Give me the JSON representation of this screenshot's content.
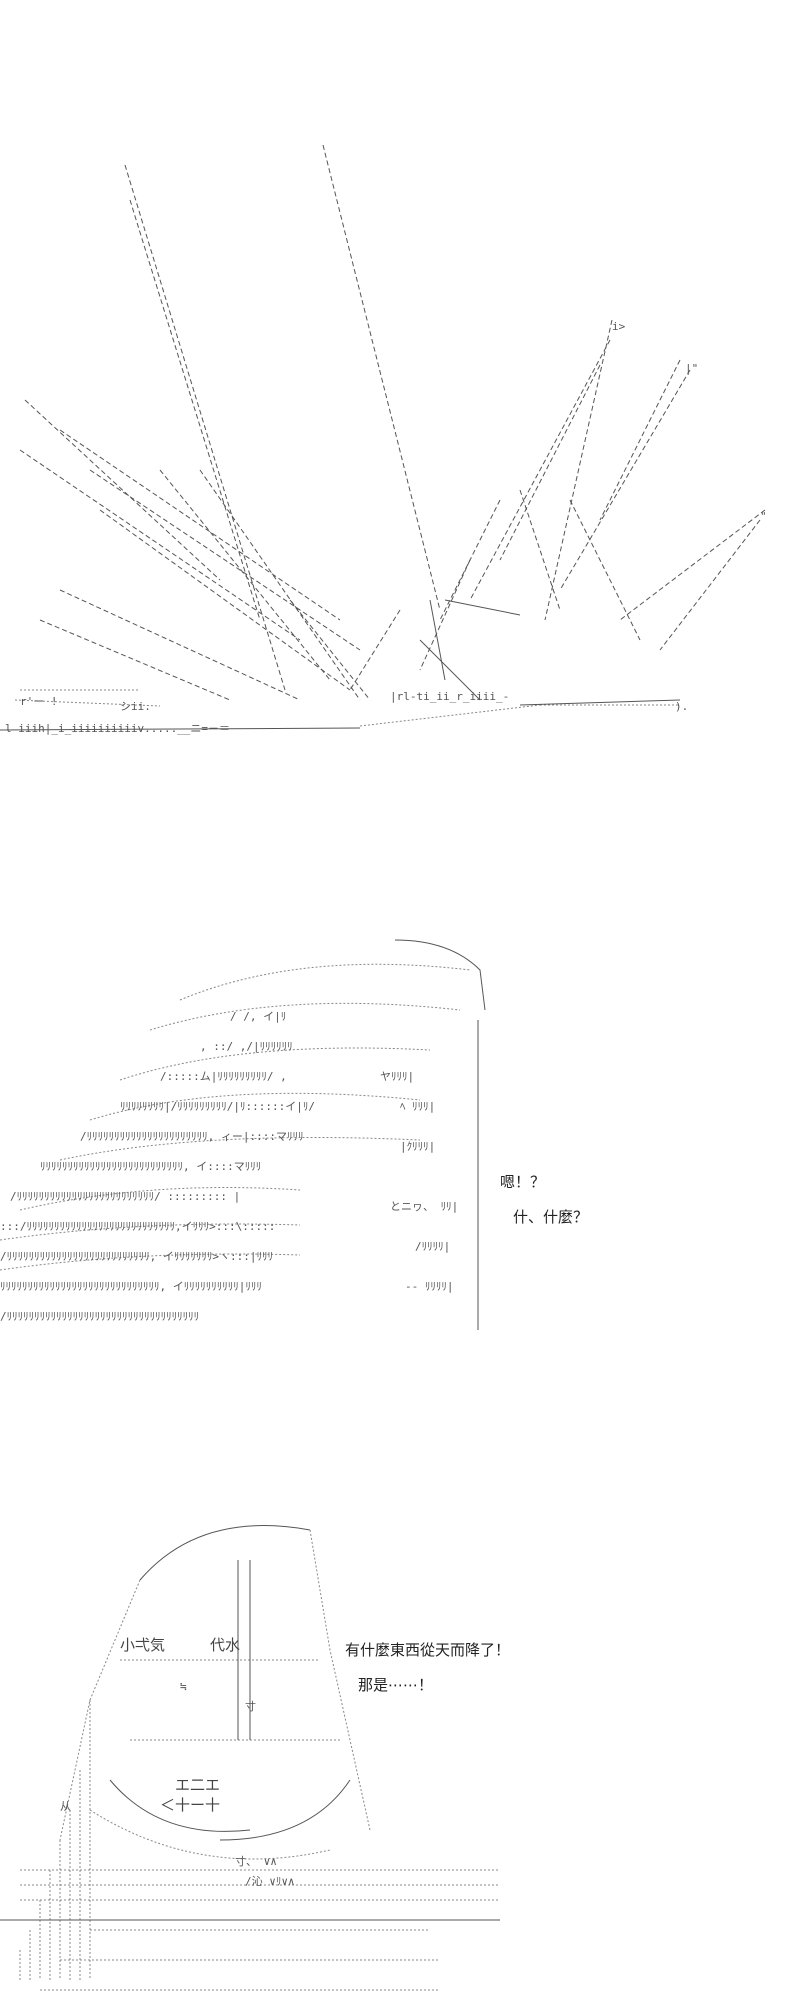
{
  "panels": {
    "explosion": {},
    "closeup": {
      "speech": {
        "line1": "嗯！？",
        "line2": "什、什麼？"
      }
    },
    "character": {
      "speech": {
        "line1": "有什麼東西從天而降了！",
        "line2": "那是⋯⋯！"
      },
      "art_text": {
        "tag1": "小弌気",
        "tag2": "代水",
        "mark": "エ二エ",
        "mark2": "＜十ー十"
      }
    }
  }
}
